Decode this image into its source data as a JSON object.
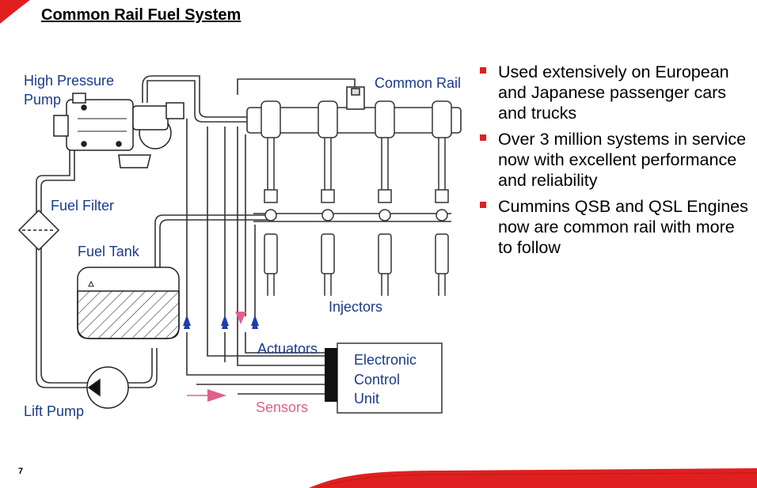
{
  "slide": {
    "title": "Common Rail Fuel System",
    "page_number": "7"
  },
  "diagram": {
    "labels": {
      "high_pressure_pump_line1": "High Pressure",
      "high_pressure_pump_line2": "Pump",
      "common_rail": "Common Rail",
      "fuel_filter": "Fuel Filter",
      "fuel_tank": "Fuel Tank",
      "injectors": "Injectors",
      "actuators": "Actuators",
      "sensors": "Sensors",
      "lift_pump": "Lift Pump",
      "ecu_line1": "Electronic",
      "ecu_line2": "Control",
      "ecu_line3": "Unit"
    }
  },
  "bullets": [
    "Used extensively on European and Japanese passenger cars and trucks",
    "Over 3 million systems in service now with excellent performance and reliability",
    "Cummins QSB and QSL Engines now are common rail with more to follow"
  ],
  "colors": {
    "accent_red": "#e02020",
    "label_blue": "#1a3a8c",
    "sensor_pink": "#e0608a",
    "line": "#333333"
  }
}
